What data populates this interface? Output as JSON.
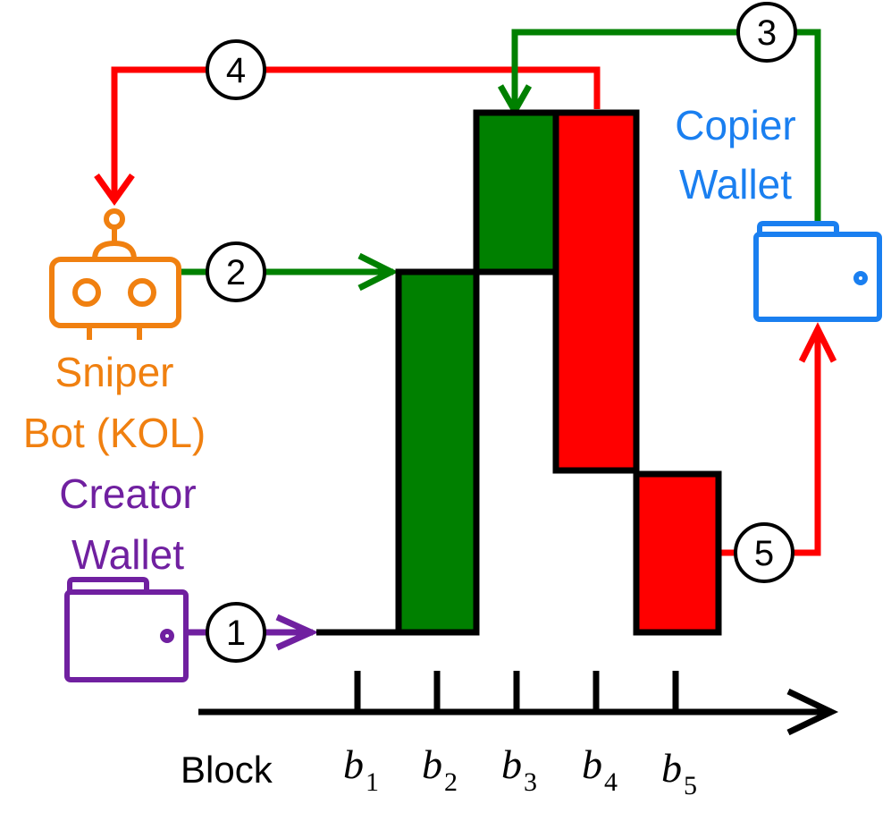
{
  "colors": {
    "green": "#008000",
    "red": "#ff0000",
    "purple": "#7020a0",
    "orange": "#f08010",
    "blue": "#1a7ff0",
    "black": "#000000"
  },
  "labels": {
    "copier_line1": "Copier",
    "copier_line2": "Wallet",
    "sniper_line1": "Sniper",
    "sniper_line2": "Bot (KOL)",
    "creator_line1": "Creator",
    "creator_line2": "Wallet"
  },
  "steps": [
    "1",
    "2",
    "3",
    "4",
    "5"
  ],
  "axis": {
    "label": "Block",
    "ticks": [
      {
        "base": "b",
        "sub": "1"
      },
      {
        "base": "b",
        "sub": "2"
      },
      {
        "base": "b",
        "sub": "3"
      },
      {
        "base": "b",
        "sub": "4"
      },
      {
        "base": "b",
        "sub": "5"
      }
    ]
  },
  "icons": {
    "creator": "wallet-icon",
    "sniper": "robot-icon",
    "copier": "wallet-icon"
  },
  "candles": [
    {
      "block": "b2",
      "direction": "up",
      "color": "green"
    },
    {
      "block": "b3",
      "direction": "up",
      "color": "green"
    },
    {
      "block": "b4",
      "direction": "down",
      "color": "red"
    },
    {
      "block": "b5",
      "direction": "down",
      "color": "red"
    }
  ]
}
